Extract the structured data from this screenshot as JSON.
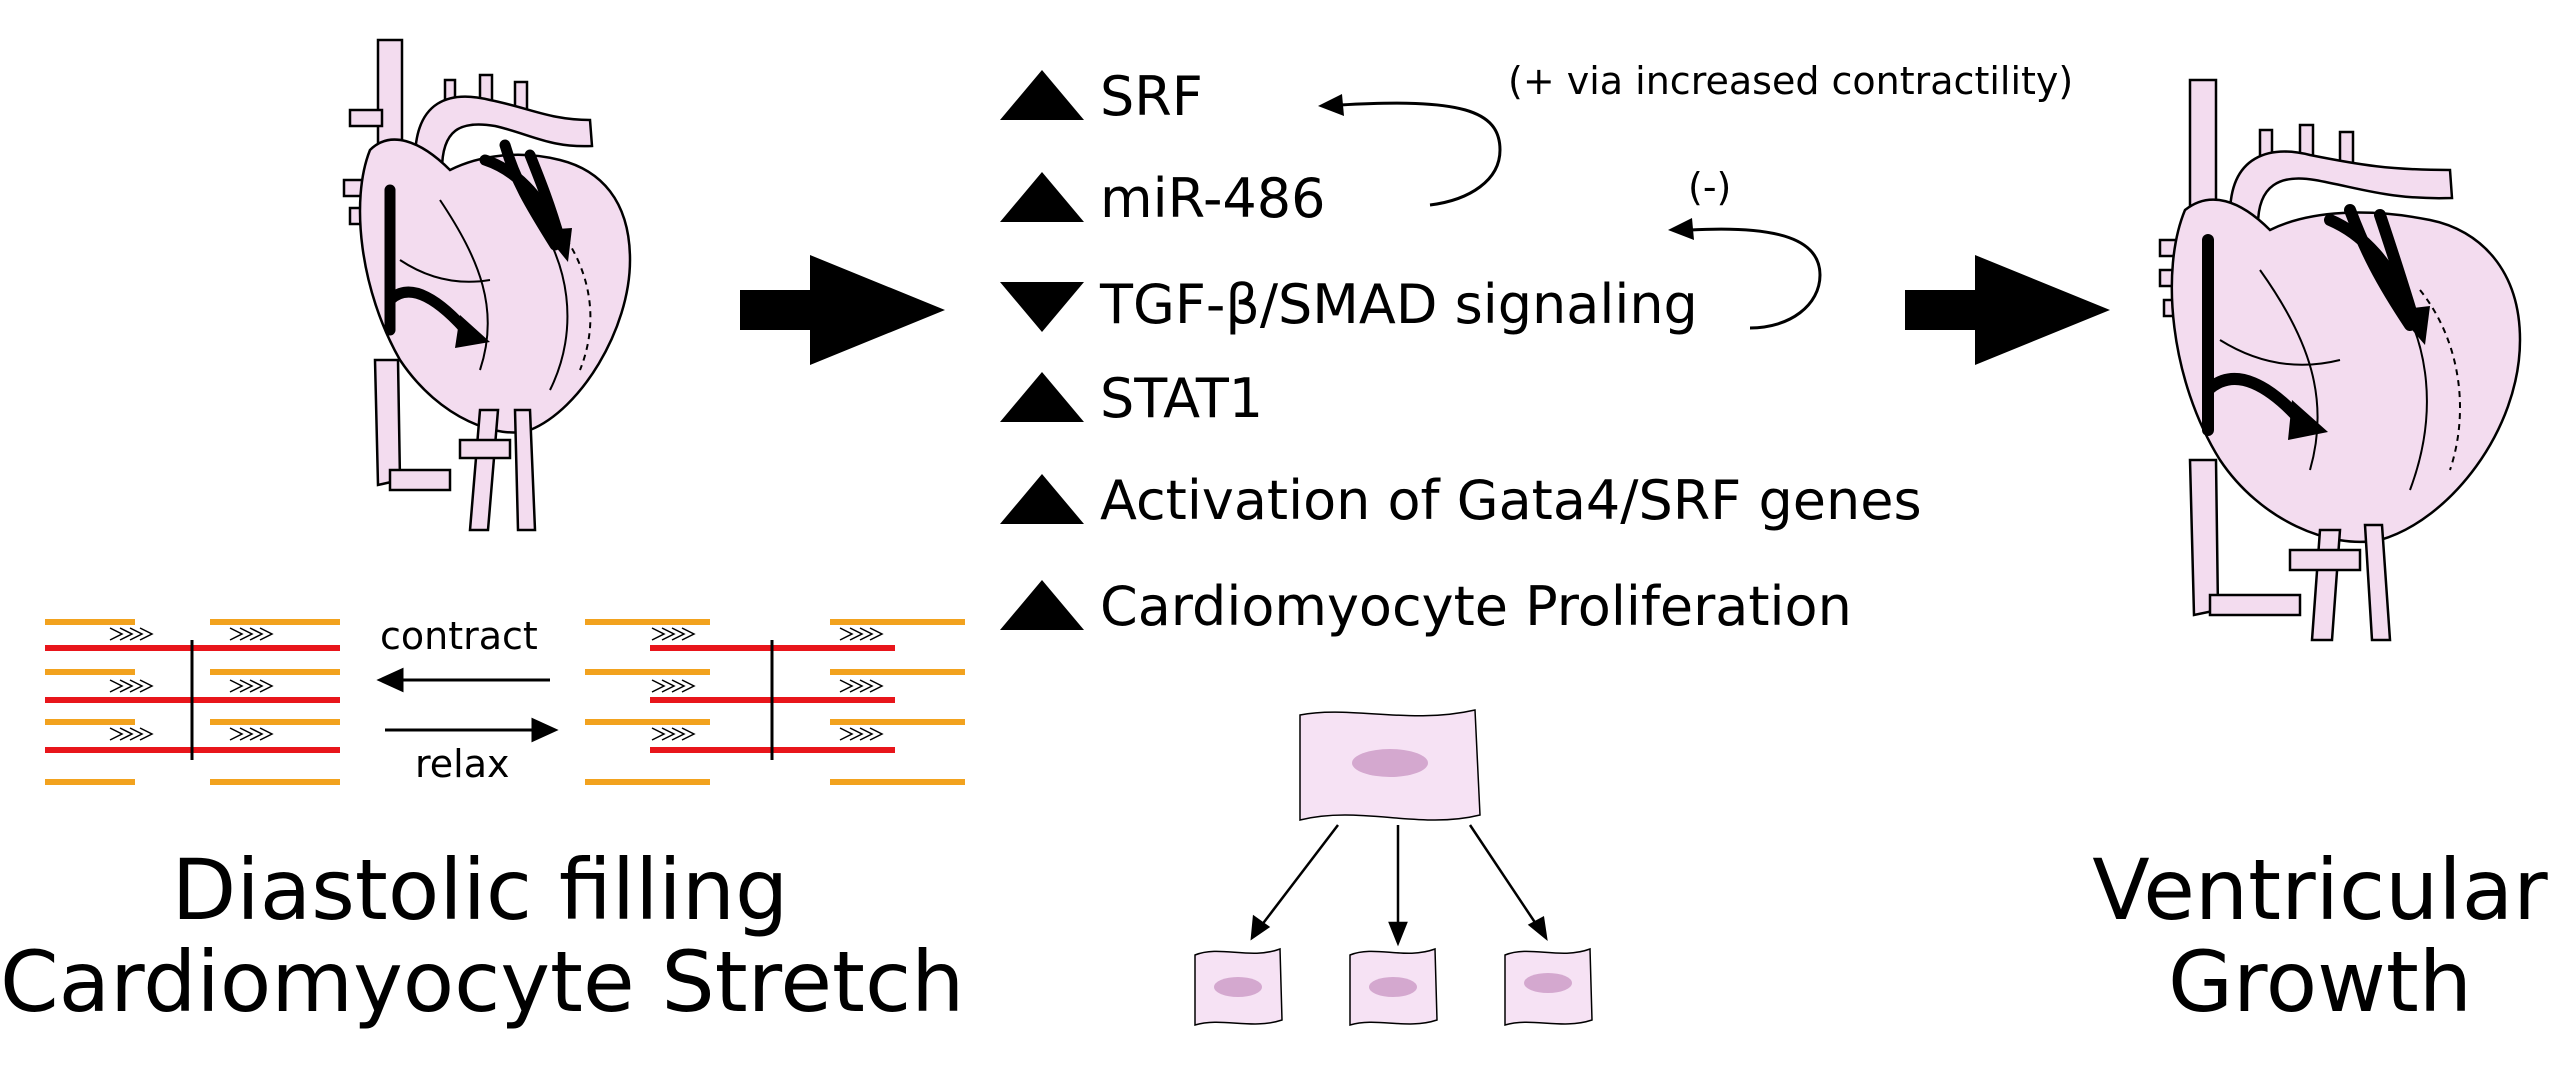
{
  "left": {
    "caption_line1": "Diastolic filling",
    "caption_line2": "Cardiomyocyte Stretch",
    "contract_label": "contract",
    "relax_label": "relax"
  },
  "center": {
    "items": [
      {
        "direction": "up",
        "label": "SRF"
      },
      {
        "direction": "up",
        "label": "miR-486"
      },
      {
        "direction": "down",
        "label": "TGF-β/SMAD signaling"
      },
      {
        "direction": "up",
        "label": "STAT1"
      },
      {
        "direction": "up",
        "label": "Activation of Gata4/SRF genes"
      },
      {
        "direction": "up",
        "label": "Cardiomyocyte Proliferation"
      }
    ],
    "feedback_positive": "(+ via increased contractility)",
    "feedback_negative": "(-)"
  },
  "right": {
    "caption_line1": "Ventricular",
    "caption_line2": "Growth"
  },
  "colors": {
    "heart_fill": "#f3dcef",
    "cell_fill": "#f6e2f4",
    "nucleus_fill": "#d4a8cf",
    "actin": "#e8151b",
    "myosin": "#f2a21e",
    "ink": "#000000"
  }
}
